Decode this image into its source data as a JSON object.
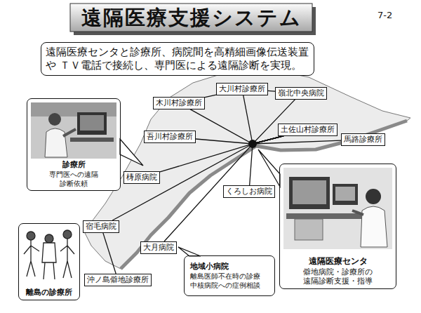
{
  "diagram": {
    "title": "遠隔医療支援システム",
    "nodes": [
      {
        "text": [
          "遠隔医療センタと診療所、病院間を高精細画像伝送装置や ＴＶ電話で接続し、専門医による遠隔診断を実現。"
        ]
      },
      {
        "text": [
          "大川村診療所"
        ]
      },
      {
        "text": [
          "嶺北中央病院"
        ]
      },
      {
        "text": [
          "木川村診療所"
        ]
      },
      {
        "text": [
          "診療所",
          "専門医への遠隔 診断依頼"
        ]
      },
      {
        "text": [
          "馬路診療所"
        ]
      },
      {
        "text": [
          "土佐山村診療所"
        ]
      },
      {
        "text": [
          "吾川村診療所"
        ]
      },
      {
        "text": [
          "遠隔医療センタ",
          "僻地病院・診療所の 遠隔診断支援・指導"
        ]
      },
      {
        "text": [
          "梼原病院"
        ]
      },
      {
        "text": [
          "くろしお病院"
        ]
      },
      {
        "text": [
          "宿毛病院"
        ]
      },
      {
        "text": [
          "大月病院"
        ]
      },
      {
        "text": [
          "地域小病院",
          "離島医師不在時の診療 中核病院への症例相談"
        ]
      },
      {
        "text": [
          "離島の診療所"
        ]
      },
      {
        "text": [
          "沖ノ島僻地診療所"
        ]
      }
    ],
    "edges": [
      {
        "from": 6,
        "to": 1,
        "arrow": "none"
      },
      {
        "from": 6,
        "to": 2,
        "arrow": "none"
      },
      {
        "from": 6,
        "to": 3,
        "arrow": "none"
      },
      {
        "from": 6,
        "to": 5,
        "arrow": "none"
      },
      {
        "from": 6,
        "to": 7,
        "arrow": "none"
      },
      {
        "from": 6,
        "to": 9,
        "arrow": "none"
      },
      {
        "from": 6,
        "to": 10,
        "arrow": "none"
      },
      {
        "from": 6,
        "to": 11,
        "arrow": "none"
      },
      {
        "from": 6,
        "to": 12,
        "arrow": "none"
      },
      {
        "from": 3,
        "to": 1,
        "arrow": "none"
      },
      {
        "from": 1,
        "to": 2,
        "arrow": "none"
      },
      {
        "from": 11,
        "to": 15,
        "arrow": "none"
      }
    ],
    "labels": [
      "7-2"
    ]
  }
}
